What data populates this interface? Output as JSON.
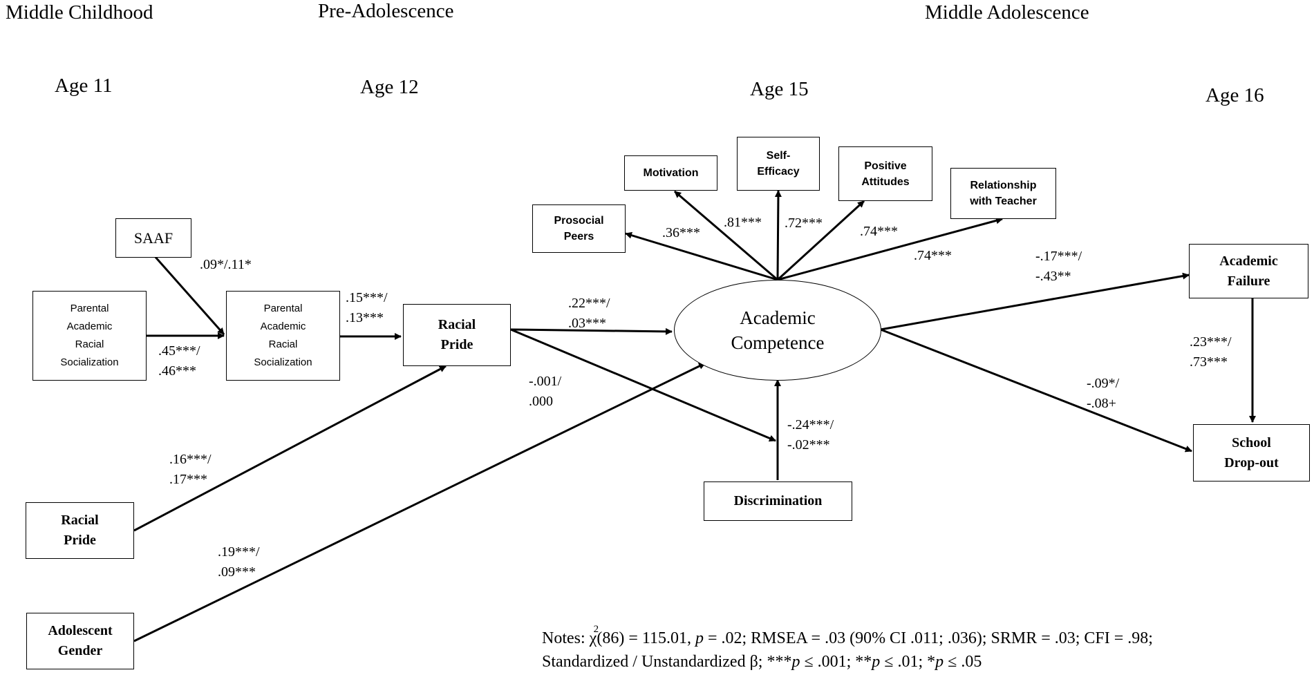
{
  "stages": {
    "middle_childhood": "Middle Childhood",
    "pre_adolescence": "Pre-Adolescence",
    "middle_adolescence": "Middle Adolescence"
  },
  "ages": {
    "age11": "Age 11",
    "age12": "Age 12",
    "age15": "Age 15",
    "age16": "Age 16"
  },
  "nodes": {
    "saaf": "SAAF",
    "parental_11": [
      "Parental",
      "Academic",
      "Racial",
      "Socialization"
    ],
    "parental_12": [
      "Parental",
      "Academic",
      "Racial",
      "Socialization"
    ],
    "racial_pride_12": [
      "Racial",
      "Pride"
    ],
    "racial_pride_11": [
      "Racial",
      "Pride"
    ],
    "adolescent_gender": [
      "Adolescent",
      "Gender"
    ],
    "academic_competence": [
      "Academic",
      "Competence"
    ],
    "prosocial_peers": [
      "Prosocial",
      "Peers"
    ],
    "motivation": "Motivation",
    "self_efficacy": [
      "Self-",
      "Efficacy"
    ],
    "positive_attitudes": [
      "Positive",
      "Attitudes"
    ],
    "relationship_with_teacher": [
      "Relationship",
      "with Teacher"
    ],
    "discrimination": "Discrimination",
    "academic_failure": [
      "Academic",
      "Failure"
    ],
    "school_dropout": [
      "School",
      "Drop-out"
    ]
  },
  "coefficients": {
    "saaf_to_parental": ".09*/.11*",
    "parental_11_to_12": [
      ".45***/",
      ".46***"
    ],
    "parental_12_to_pride": [
      ".15***/",
      ".13***"
    ],
    "pride_11_to_pride_12": [
      ".16***/",
      ".17***"
    ],
    "gender_to_competence": [
      ".19***/",
      ".09***"
    ],
    "pride_to_competence": [
      ".22***/",
      ".03***"
    ],
    "pride_to_discrimination": [
      "-.001/",
      ".000"
    ],
    "discrimination_to_competence": [
      "-.24***/",
      "-.02***"
    ],
    "load_prosocial": ".36***",
    "load_motivation": ".81***",
    "load_self_efficacy": ".72***",
    "load_positive_attitudes": ".74***",
    "load_relationship": ".74***",
    "competence_to_failure": [
      "-.17***/",
      "-.43**"
    ],
    "competence_to_dropout": [
      "-.09*/",
      "-.08+"
    ],
    "failure_to_dropout": [
      ".23***/",
      ".73***"
    ]
  },
  "notes": {
    "prefix": "Notes: ",
    "chi": "χ",
    "chi_sup": "2",
    "line1_rest_a": "(86) = 115.01, ",
    "p": "p",
    "line1_rest_b": " = .02; RMSEA = .03 (90% CI .011; .036); SRMR = .03; CFI = .98;",
    "line2_a": "Standardized / Unstandardized β; ***",
    "line2_b": " ≤ .001; **",
    "line2_c": " ≤ .01; *",
    "line2_d": " ≤ .05"
  }
}
